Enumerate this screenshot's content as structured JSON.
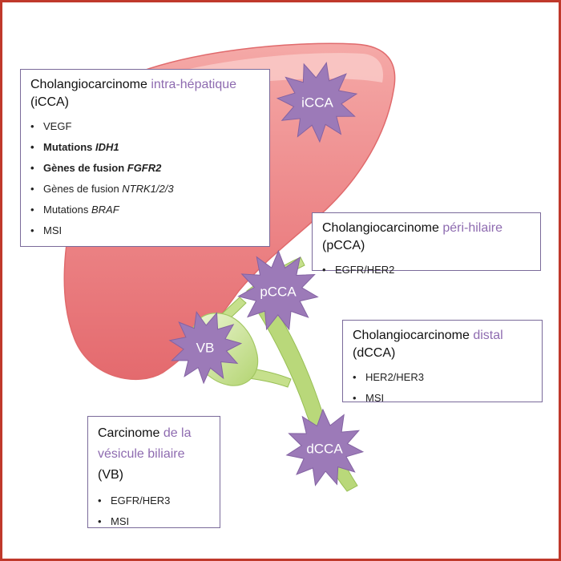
{
  "colors": {
    "liver": "#e8767a",
    "liver_light": "#f6b2b0",
    "duct": "#b9d87a",
    "duct_light": "#e3f1c3",
    "star": "#9c7ab8",
    "accent": "#8e6bb0",
    "frame": "#c0392b"
  },
  "stars": {
    "icca": "iCCA",
    "pcca": "pCCA",
    "vb": "VB",
    "dcca": "dCCA"
  },
  "icca_box": {
    "title_pre": "Cholangiocarcinome ",
    "title_hl": "intra-hépatique",
    "title_post": " (iCCA)",
    "items": [
      {
        "prefix": "VEGF",
        "emph": "",
        "bold": false
      },
      {
        "prefix": "Mutations ",
        "emph": "IDH1",
        "bold": true
      },
      {
        "prefix": "Gènes de fusion ",
        "emph": "FGFR2",
        "bold": true
      },
      {
        "prefix": "Gènes de fusion ",
        "emph": "NTRK1/2/3",
        "bold": false
      },
      {
        "prefix": "Mutations ",
        "emph": "BRAF",
        "bold": false
      },
      {
        "prefix": "MSI",
        "emph": "",
        "bold": false
      }
    ]
  },
  "pcca_box": {
    "title_pre": "Cholangiocarcinome ",
    "title_hl": "péri-hilaire",
    "title_post": " (pCCA)",
    "items": [
      {
        "prefix": "EGFR/HER2",
        "emph": "",
        "bold": false
      }
    ]
  },
  "dcca_box": {
    "title_pre": "Cholangiocarcinome ",
    "title_hl": "distal",
    "title_post": " (dCCA)",
    "items": [
      {
        "prefix": "HER2/HER3",
        "emph": "",
        "bold": false
      },
      {
        "prefix": "MSI",
        "emph": "",
        "bold": false
      }
    ]
  },
  "vb_box": {
    "title_pre": "Carcinome ",
    "title_hl": "de la",
    "title_hl2": "vésicule biliaire",
    "title_post": " (VB)",
    "items": [
      {
        "prefix": "EGFR/HER3",
        "emph": "",
        "bold": false
      },
      {
        "prefix": "MSI",
        "emph": "",
        "bold": false
      }
    ]
  }
}
